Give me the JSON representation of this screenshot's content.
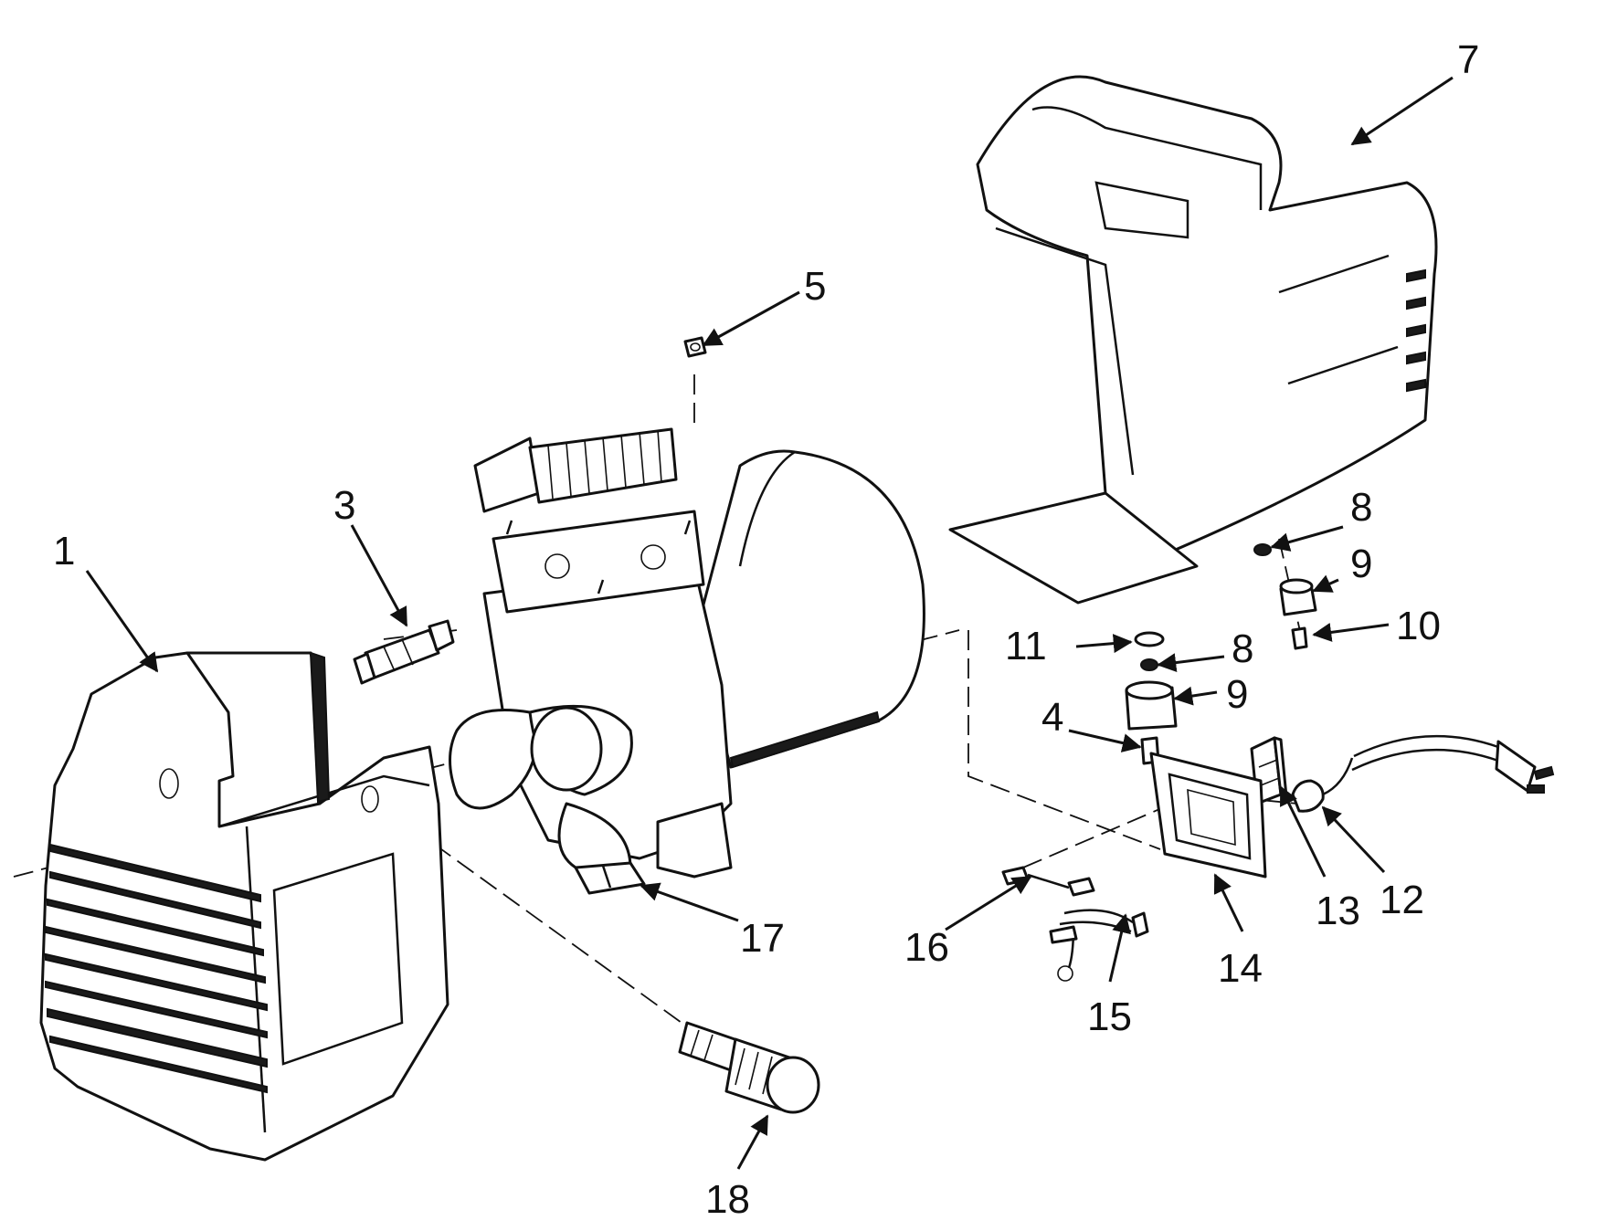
{
  "callouts": {
    "c1": "1",
    "c3": "3",
    "c4": "4",
    "c5": "5",
    "c7": "7",
    "c8a": "8",
    "c8b": "8",
    "c9a": "9",
    "c9b": "9",
    "c10": "10",
    "c11": "11",
    "c12": "12",
    "c13": "13",
    "c14": "14",
    "c15": "15",
    "c16": "16",
    "c17": "17",
    "c18": "18"
  },
  "colors": {
    "line": "#111111",
    "background": "#ffffff"
  }
}
